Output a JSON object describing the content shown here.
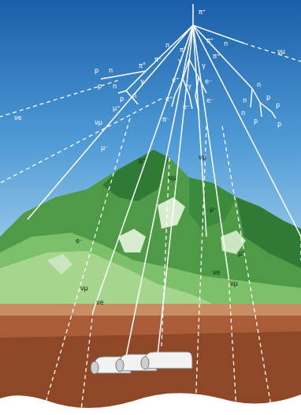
{
  "diagram": {
    "labels": [
      "π⁺",
      "n",
      "π°",
      "π⁺",
      "n",
      "π⁻",
      "π⁺",
      "p",
      "n",
      "p",
      "n",
      "p",
      "n",
      "π°",
      "γ",
      "γ",
      "γ",
      "e⁺",
      "e⁻",
      "γ",
      "e⁺",
      "e⁻",
      "e⁻",
      "n",
      "p",
      "n",
      "p",
      "n",
      "p",
      "p",
      "νe",
      "νμ",
      "μ⁺",
      "νμ",
      "π⁻",
      "μ⁻",
      "μ⁺",
      "νμ",
      "νμ",
      "μ⁻",
      "e⁻",
      "νμ",
      "νe",
      "μ⁺",
      "νe",
      "νμ"
    ]
  }
}
